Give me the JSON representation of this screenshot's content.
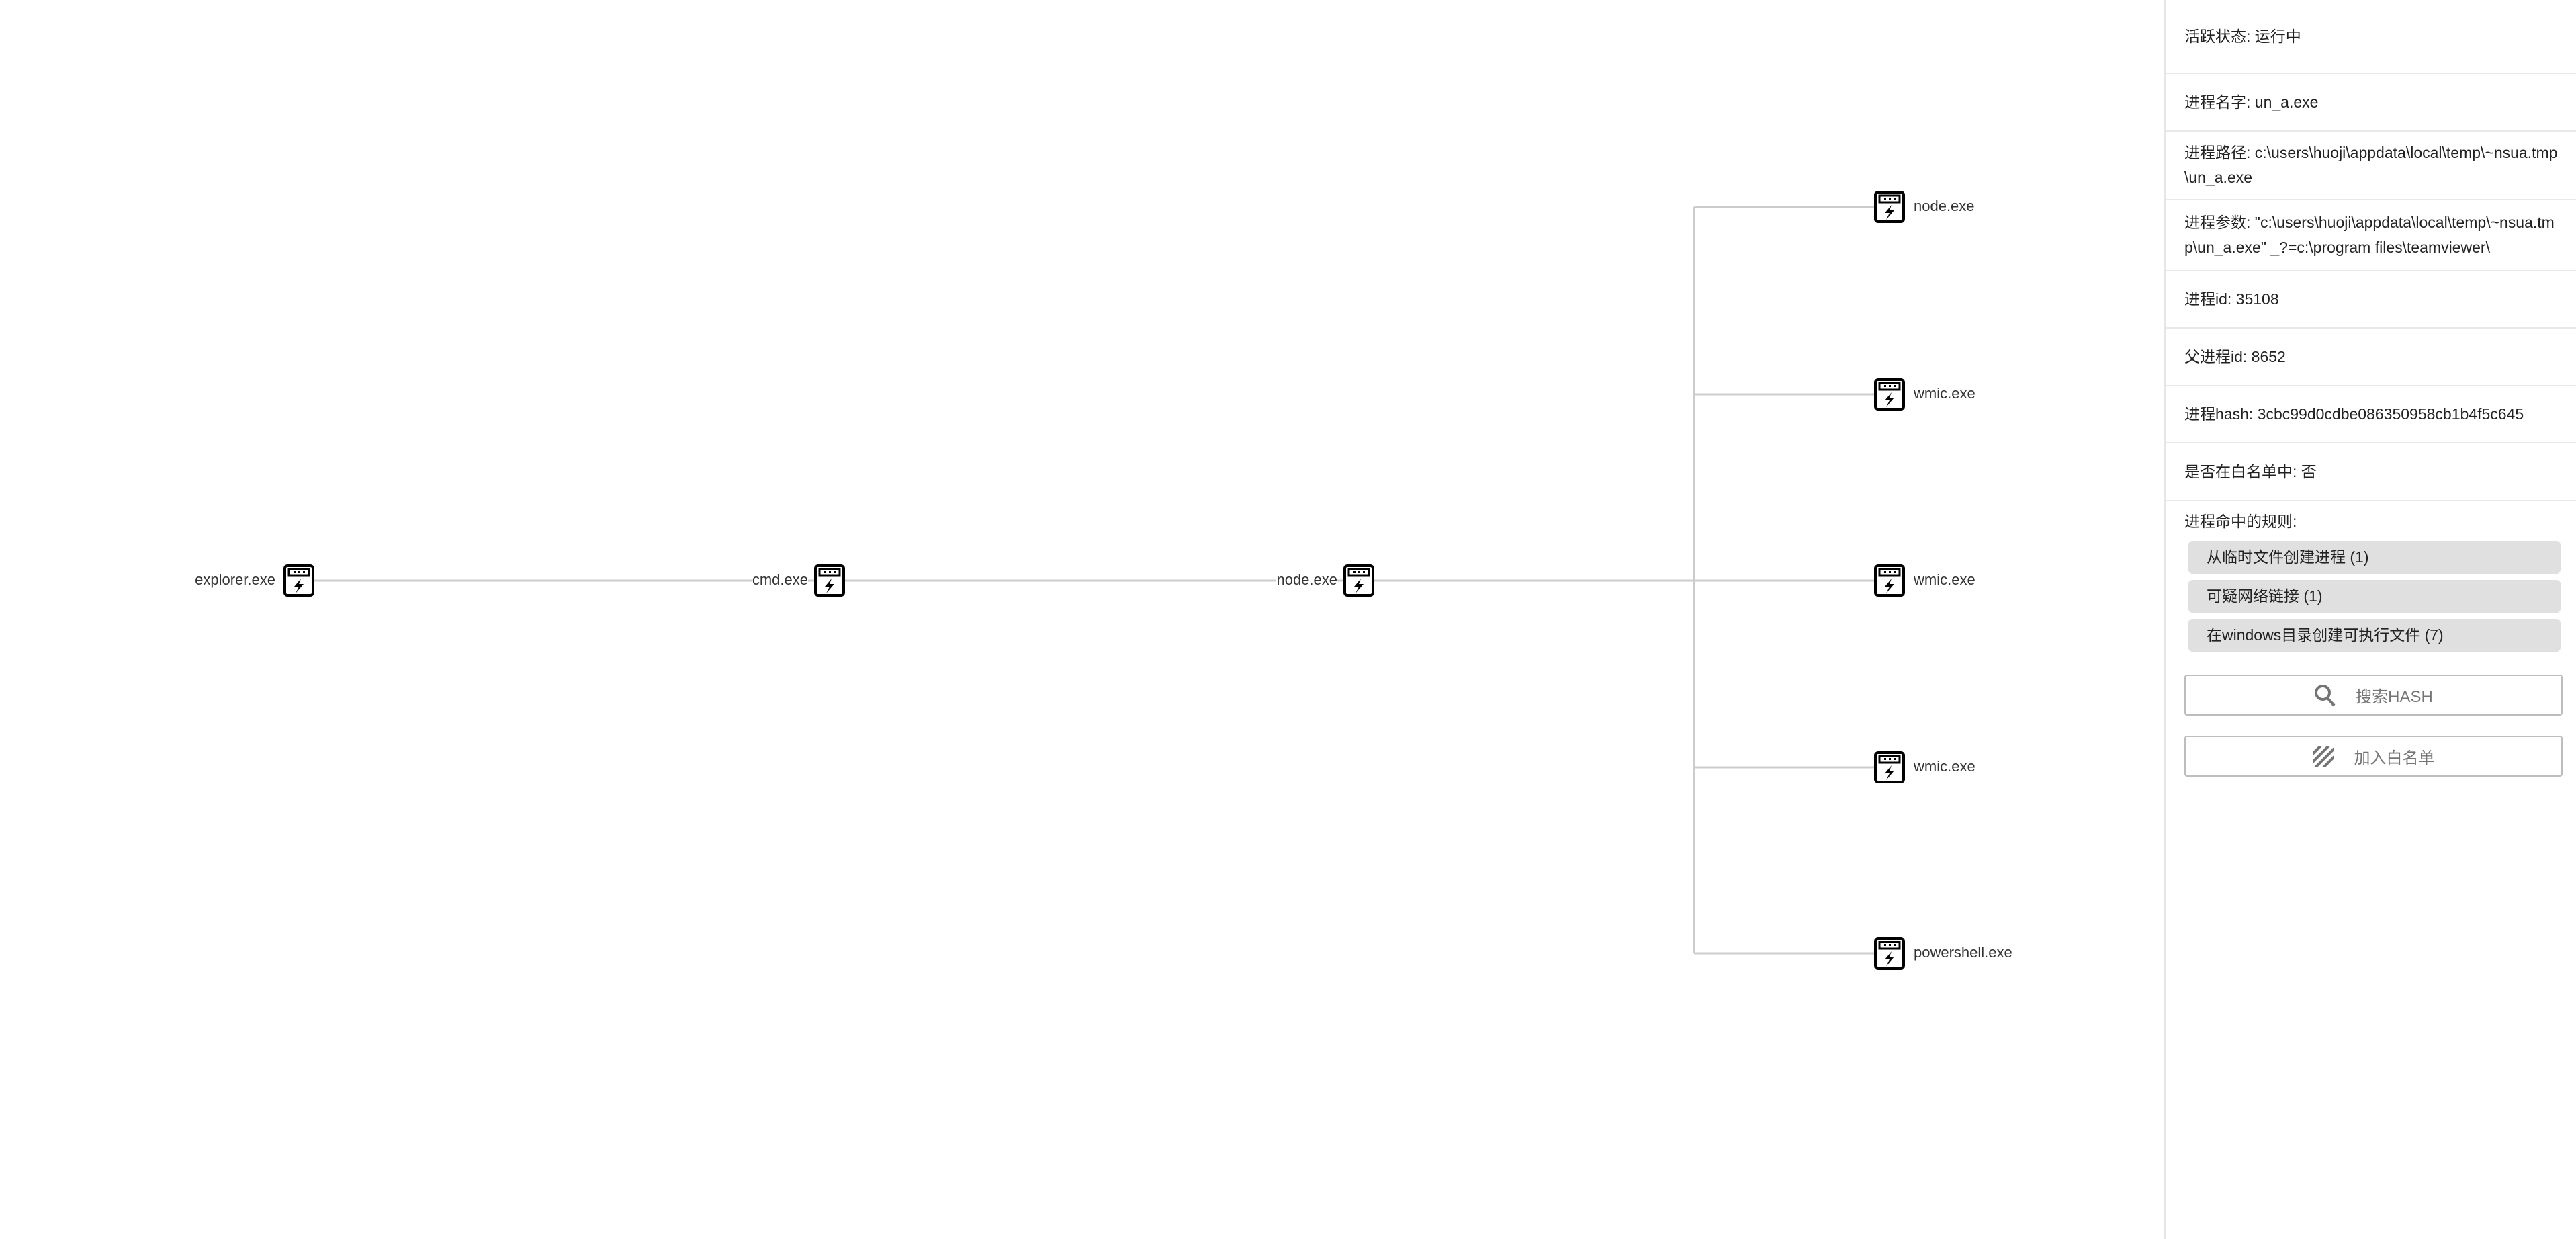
{
  "graph": {
    "root": {
      "label": "explorer.exe",
      "icon": "process-icon"
    },
    "chain": [
      {
        "label": "cmd.exe",
        "icon": "process-icon"
      },
      {
        "label": "node.exe",
        "icon": "process-icon"
      }
    ],
    "children": [
      {
        "label": "node.exe",
        "icon": "process-icon"
      },
      {
        "label": "wmic.exe",
        "icon": "process-icon"
      },
      {
        "label": "wmic.exe",
        "icon": "process-icon"
      },
      {
        "label": "wmic.exe",
        "icon": "process-icon"
      },
      {
        "label": "powershell.exe",
        "icon": "process-icon"
      }
    ],
    "edge_color": "#cccccc"
  },
  "panel": {
    "fields": [
      {
        "label": "活跃状态: 运行中"
      },
      {
        "label": "进程名字: un_a.exe"
      },
      {
        "label": "进程路径: c:\\users\\huoji\\appdata\\local\\temp\\~nsua.tmp\\un_a.exe"
      },
      {
        "label": "进程参数: \"c:\\users\\huoji\\appdata\\local\\temp\\~nsua.tmp\\un_a.exe\" _?=c:\\program files\\teamviewer\\"
      },
      {
        "label": "进程id: 35108"
      },
      {
        "label": "父进程id: 8652"
      },
      {
        "label": "进程hash: 3cbc99d0cdbe086350958cb1b4f5c645"
      },
      {
        "label": "是否在白名单中: 否"
      }
    ],
    "rules_title": "进程命中的规则:",
    "rules": [
      {
        "label": "从临时文件创建进程 (1)"
      },
      {
        "label": "可疑网络链接 (1)"
      },
      {
        "label": "在windows目录创建可执行文件 (7)"
      }
    ],
    "search_hash_label": "搜索HASH",
    "add_whitelist_label": "加入白名单",
    "chip_color": "#e0e0e0"
  }
}
